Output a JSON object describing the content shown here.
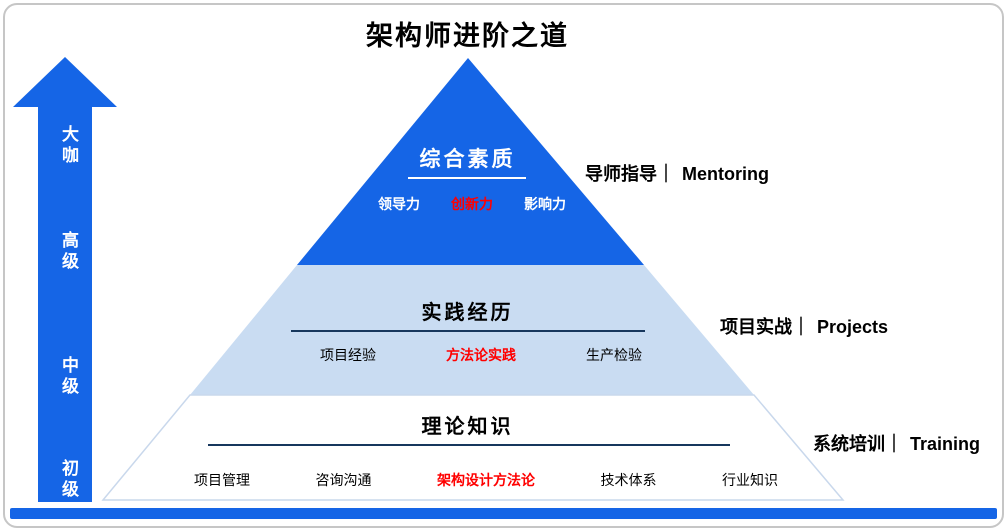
{
  "title": "架构师进阶之道",
  "colors": {
    "primary_blue": "#1565E6",
    "light_blue": "#C9DCF2",
    "highlight_red": "#FF0000",
    "underline_navy": "#17375D",
    "card_border_gray": "#C6C6C6"
  },
  "level_arrow": {
    "levels": [
      {
        "label": "大咖"
      },
      {
        "label": "高级"
      },
      {
        "label": "中级"
      },
      {
        "label": "初级"
      }
    ]
  },
  "pyramid": {
    "tiers": [
      {
        "heading": "综合素质",
        "items": [
          {
            "text": "领导力",
            "highlight": false
          },
          {
            "text": "创新力",
            "highlight": true
          },
          {
            "text": "影响力",
            "highlight": false
          }
        ]
      },
      {
        "heading": "实践经历",
        "items": [
          {
            "text": "项目经验",
            "highlight": false
          },
          {
            "text": "方法论实践",
            "highlight": true
          },
          {
            "text": "生产检验",
            "highlight": false
          }
        ]
      },
      {
        "heading": "理论知识",
        "items": [
          {
            "text": "项目管理",
            "highlight": false
          },
          {
            "text": "咨询沟通",
            "highlight": false
          },
          {
            "text": "架构设计方法论",
            "highlight": true
          },
          {
            "text": "技术体系",
            "highlight": false
          },
          {
            "text": "行业知识",
            "highlight": false
          }
        ]
      }
    ]
  },
  "annotations": [
    {
      "zh": "导师指导",
      "divider": "｜",
      "en": "Mentoring"
    },
    {
      "zh": "项目实战",
      "divider": "｜",
      "en": "Projects"
    },
    {
      "zh": "系统培训",
      "divider": "｜",
      "en": "Training"
    }
  ]
}
